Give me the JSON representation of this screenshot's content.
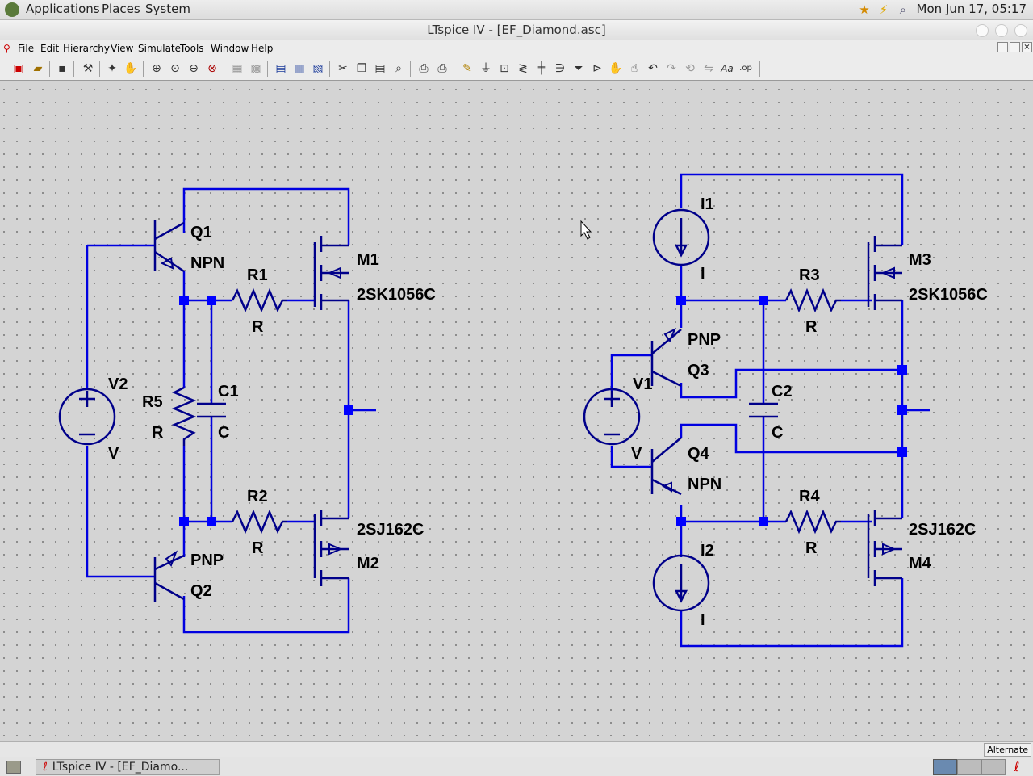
{
  "system_bar": {
    "menus": [
      "Applications",
      "Places",
      "System"
    ],
    "clock": "Mon Jun 17, 05:17"
  },
  "window": {
    "title": "LTspice IV - [EF_Diamond.asc]"
  },
  "menubar": {
    "items": [
      "File",
      "Edit",
      "Hierarchy",
      "View",
      "Simulate",
      "Tools",
      "Window",
      "Help"
    ]
  },
  "toolbar": {
    "icons": [
      "new-schematic-icon",
      "open-icon",
      "save-icon",
      "control-panel-icon",
      "run-icon",
      "halt-icon",
      "zoom-in-icon",
      "zoom-full-icon",
      "zoom-out-icon",
      "zoom-cancel-icon",
      "autorange-icon",
      "grid-icon",
      "tile-horizontal-icon",
      "tile-vertical-icon",
      "cascade-icon",
      "cut-icon",
      "copy-icon",
      "paste-icon",
      "find-icon",
      "print-setup-icon",
      "print-icon",
      "draw-wire-icon",
      "ground-icon",
      "label-net-icon",
      "resistor-icon",
      "capacitor-icon",
      "inductor-icon",
      "diode-icon",
      "component-icon",
      "move-icon",
      "drag-icon",
      "undo-icon",
      "redo-icon",
      "rotate-icon",
      "mirror-icon",
      "text-icon",
      "spice-directive-icon"
    ]
  },
  "schematic": {
    "left": {
      "components": [
        {
          "id": "Q1",
          "value": "NPN"
        },
        {
          "id": "Q2",
          "value": "PNP"
        },
        {
          "id": "M1",
          "value": "2SK1056C"
        },
        {
          "id": "M2",
          "value": "2SJ162C"
        },
        {
          "id": "R1",
          "value": "R"
        },
        {
          "id": "R2",
          "value": "R"
        },
        {
          "id": "R5",
          "value": "R"
        },
        {
          "id": "C1",
          "value": "C"
        },
        {
          "id": "V2",
          "value": "V"
        }
      ]
    },
    "right": {
      "components": [
        {
          "id": "I1",
          "value": "I"
        },
        {
          "id": "I2",
          "value": "I"
        },
        {
          "id": "Q3",
          "value": "PNP"
        },
        {
          "id": "Q4",
          "value": "NPN"
        },
        {
          "id": "M3",
          "value": "2SK1056C"
        },
        {
          "id": "M4",
          "value": "2SJ162C"
        },
        {
          "id": "R3",
          "value": "R"
        },
        {
          "id": "R4",
          "value": "R"
        },
        {
          "id": "C2",
          "value": "C"
        },
        {
          "id": "V1",
          "value": "V"
        }
      ]
    },
    "colors": {
      "wire": "#0000e0",
      "component": "#00008a",
      "junction": "#0000ff",
      "grid_dot": "#7a7a7a"
    }
  },
  "status": {
    "mode": "Alternate"
  },
  "taskbar": {
    "task": "LTspice IV - [EF_Diamo..."
  }
}
